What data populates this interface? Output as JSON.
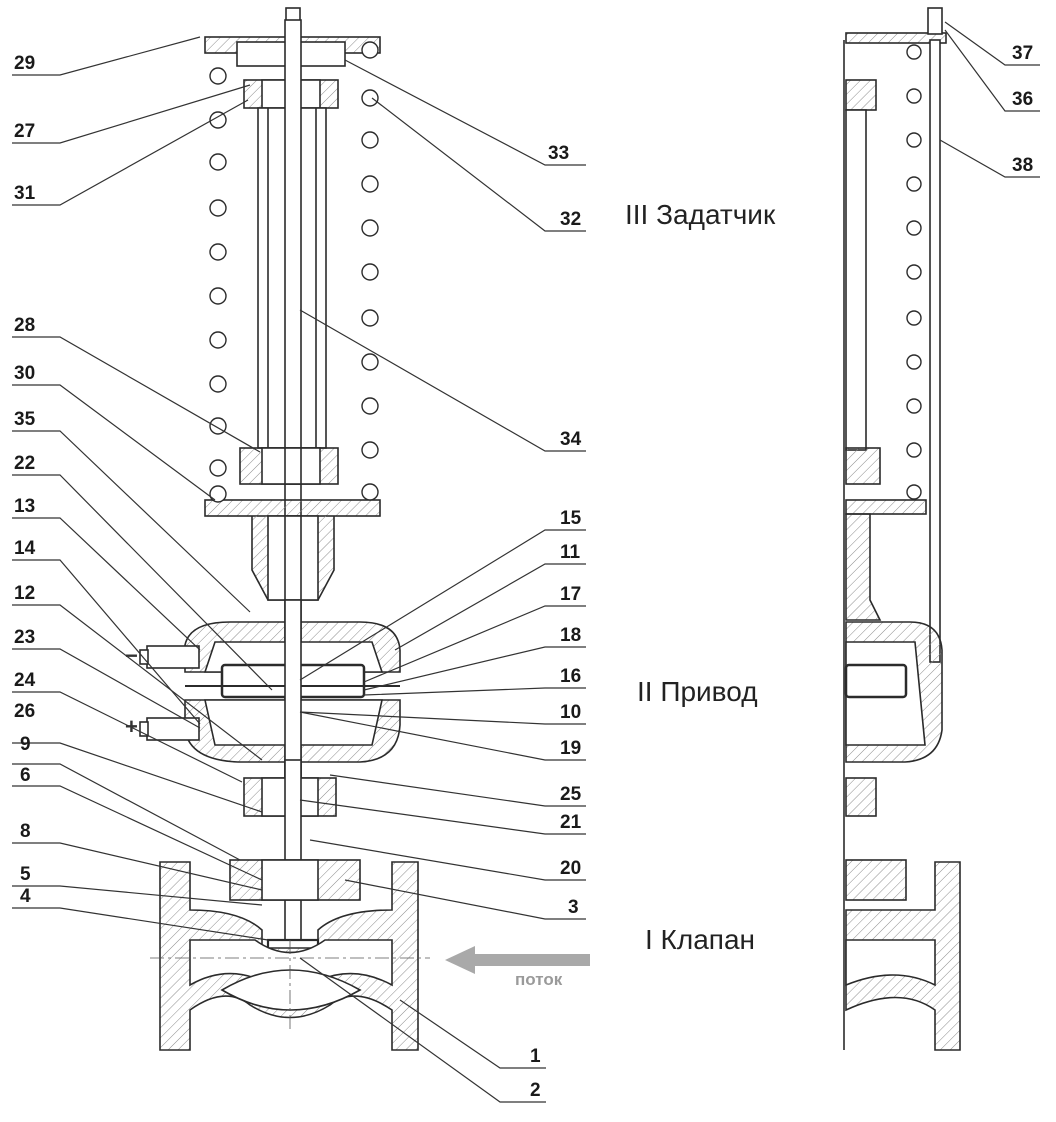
{
  "sections": {
    "setter": "III Задатчик",
    "actuator": "II Привод",
    "valve": "I Клапан"
  },
  "flow_label": "поток",
  "signs": {
    "minus": "−",
    "plus": "+"
  },
  "left_callouts": [
    "29",
    "27",
    "31",
    "28",
    "30",
    "35",
    "22",
    "13",
    "14",
    "12",
    "23",
    "24",
    "26",
    "9",
    "6",
    "8",
    "5",
    "4"
  ],
  "right_callouts": [
    "33",
    "32",
    "34",
    "15",
    "11",
    "17",
    "18",
    "16",
    "10",
    "19",
    "25",
    "21",
    "20",
    "3",
    "1",
    "2"
  ],
  "side_callouts": [
    "37",
    "36",
    "38"
  ],
  "colors": {
    "line": "#2b2b2b",
    "hatch": "#9a9a9a",
    "arrow": "#a9a9a9"
  }
}
